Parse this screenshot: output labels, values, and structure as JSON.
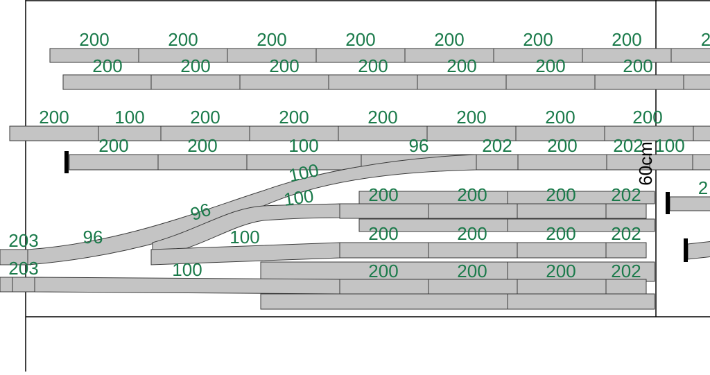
{
  "colors": {
    "track_fill": "#c4c4c4",
    "track_stroke": "#3a3a3a",
    "label": "#1a7a4a",
    "frame": "#000000"
  },
  "top_row_a": [
    "200",
    "200",
    "200",
    "200",
    "200",
    "200",
    "200",
    "2"
  ],
  "top_row_b": [
    "200",
    "200",
    "200",
    "200",
    "200",
    "200",
    "200"
  ],
  "middle_row": [
    "200",
    "100",
    "200",
    "200",
    "200",
    "200",
    "200",
    "200"
  ],
  "main_line": [
    "200",
    "200",
    "100",
    "96",
    "202",
    "200",
    "202",
    "100"
  ],
  "vertical_label": "60cm",
  "right_stub": "2",
  "branch_labels": {
    "upper_curve": "100",
    "upper_curve_b": "100",
    "switch_96_a": "96",
    "switch_96_b": "96",
    "line_100_a": "100",
    "line_100_b": "100"
  },
  "left_labels": [
    "203",
    "203"
  ],
  "yard_row_1": [
    "200",
    "200",
    "200",
    "202"
  ],
  "yard_row_2": [
    "200",
    "200",
    "200",
    "202"
  ],
  "yard_row_3": [
    "200",
    "200",
    "200",
    "202"
  ]
}
